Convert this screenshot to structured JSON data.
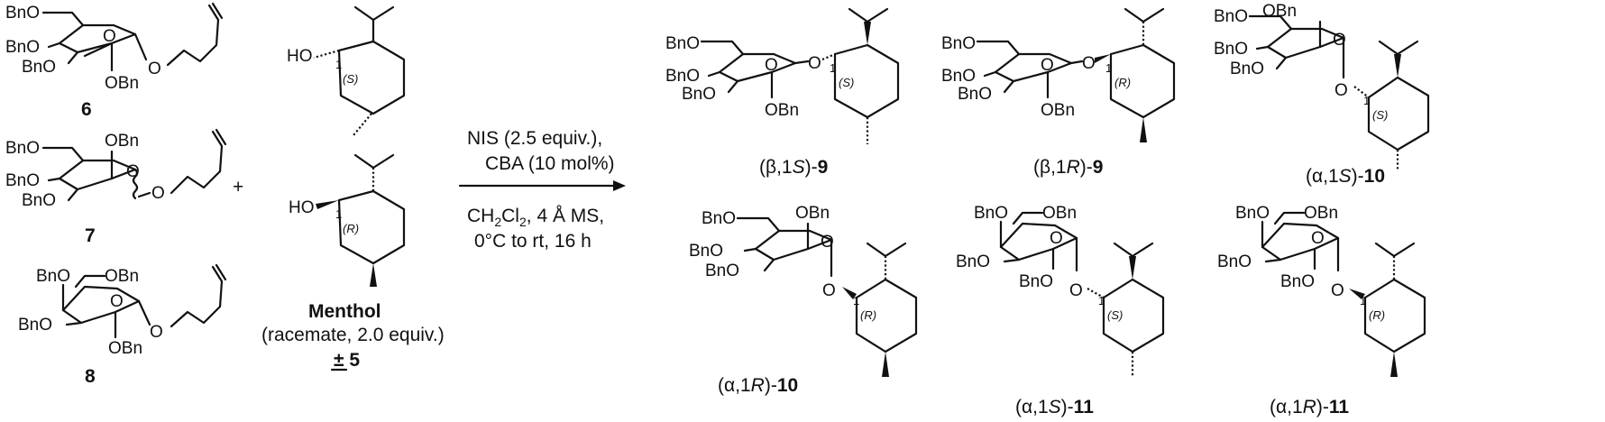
{
  "reagents": {
    "line1": "NIS (2.5 equiv.),",
    "line2": "CBA (10 mol%)",
    "solvent_ch": "CH",
    "solvent_sub1": "2",
    "solvent_cl": "Cl",
    "solvent_sub2": "2",
    "solvent_rest": ", 4 Å MS,",
    "line4": "0°C to rt, 16 h"
  },
  "plus": "+",
  "atoms": {
    "bno": "BnO",
    "obn": "OBn",
    "o": "O",
    "ho": "HO",
    "locant": "1",
    "s": "(S)",
    "r": "(R)"
  },
  "donors": [
    {
      "number": "6"
    },
    {
      "number": "7"
    },
    {
      "number": "8"
    }
  ],
  "menthol": {
    "name": "Menthol",
    "note": "(racemate, 2.0 equiv.)",
    "number": "± 5"
  },
  "products": [
    {
      "prefix": "(",
      "anomer": "β",
      "sep": ",1",
      "config": "S",
      "close": ")-",
      "number": "9"
    },
    {
      "prefix": "(",
      "anomer": "β",
      "sep": ",1",
      "config": "R",
      "close": ")-",
      "number": "9"
    },
    {
      "prefix": "(",
      "anomer": "α",
      "sep": ",1",
      "config": "S",
      "close": ")-",
      "number": "10"
    },
    {
      "prefix": "(",
      "anomer": "α",
      "sep": ",1",
      "config": "R",
      "close": ")-",
      "number": "10"
    },
    {
      "prefix": "(",
      "anomer": "α",
      "sep": ",1",
      "config": "S",
      "close": ")-",
      "number": "11"
    },
    {
      "prefix": "(",
      "anomer": "α",
      "sep": ",1",
      "config": "R",
      "close": ")-",
      "number": "11"
    }
  ]
}
